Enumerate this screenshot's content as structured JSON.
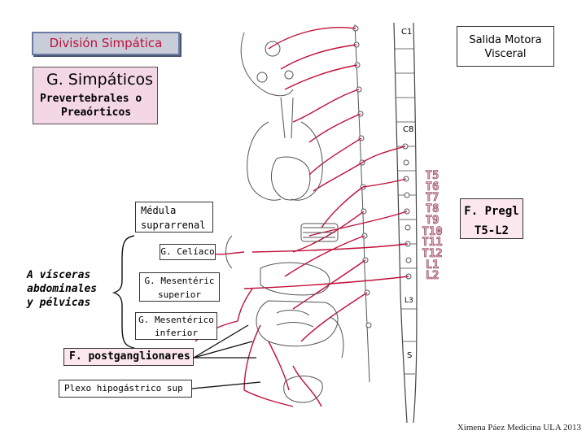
{
  "title": "División Simpática",
  "output_label": "Salida Motora Visceral",
  "ganglia_box": {
    "title": "G. Simpáticos",
    "subtitle_lines": [
      "Prevertebrales o",
      "Preaórticos"
    ]
  },
  "labels": {
    "medula": [
      "Médula",
      "suprarrenal"
    ],
    "celiaco": "G. Celíaco",
    "mesenterico_superior": [
      "G. Mesentéric",
      "superior"
    ],
    "mesenterico_inferior": [
      "G. Mesentérico",
      "inferior"
    ],
    "postganglionares": "F. postganglionares",
    "plexo": "Plexo hipogástrico sup",
    "visceras": [
      "A vísceras",
      "abdominales",
      "y pélvicas"
    ],
    "fibras_pregl": [
      "F. Pregl",
      "T5-L2"
    ]
  },
  "spinal_segments": [
    "T5",
    "T6",
    "T7",
    "T8",
    "T9",
    "T10",
    "T11",
    "T12",
    "L1",
    "L2"
  ],
  "cord_marks": {
    "top": "C1",
    "mid": "C8",
    "lower": "L3",
    "bottom": "S"
  },
  "credit": "Ximena Páez Medicina ULA 2013",
  "colors": {
    "nerve": "#c0103a",
    "title_text": "#c0103a",
    "segment_fill": "#e8b2c4",
    "gsimp_bg": "#f4d7e4",
    "postgang_bg": "#fce7ef"
  }
}
